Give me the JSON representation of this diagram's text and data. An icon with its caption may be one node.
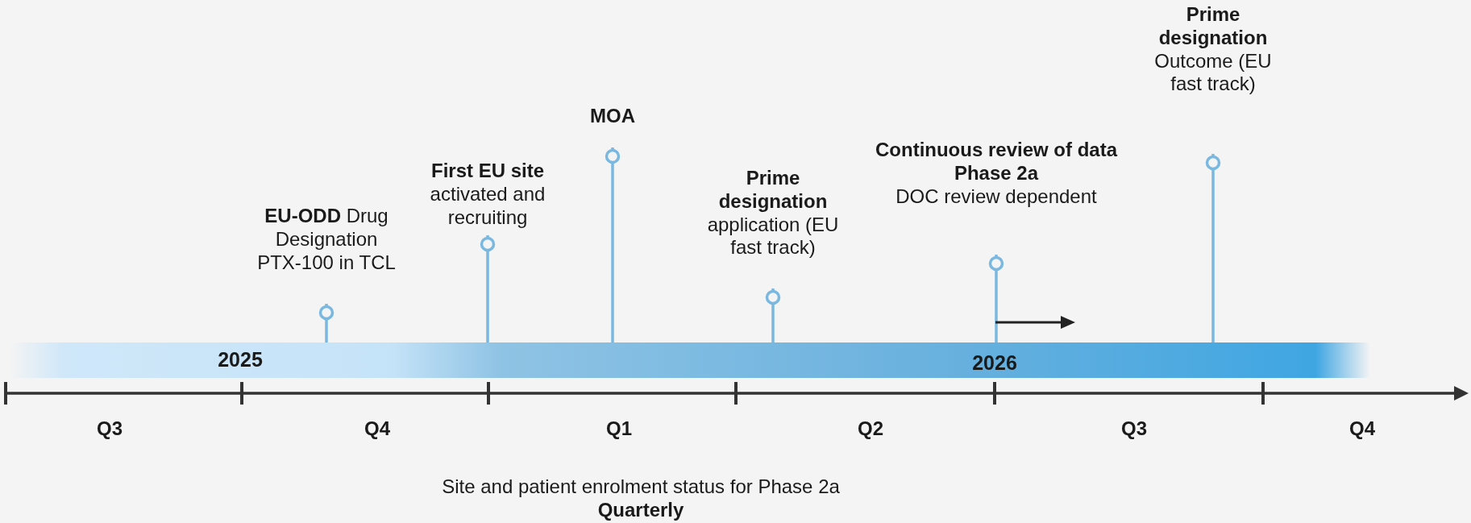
{
  "diagram": {
    "nodes": [
      {
        "text": [
          "**EU-ODD** Drug Designation PTX-100 in TCL"
        ]
      },
      {
        "text": [
          "First EU site",
          "activated and recruiting"
        ]
      },
      {
        "text": [
          "MOA"
        ]
      },
      {
        "text": [
          "Prime designation",
          "application (EU fast track)"
        ]
      },
      {
        "text": [
          "Continuous review of data Phase 2a",
          "DOC review dependent"
        ]
      },
      {
        "text": [
          "Prime designation",
          "Outcome (EU fast track)"
        ]
      },
      {
        "text": [],
        "shape": "bar"
      }
    ],
    "edges": [
      {
        "from": 0,
        "to": 6,
        "arrow": "other"
      },
      {
        "from": 1,
        "to": 6,
        "arrow": "other"
      },
      {
        "from": 2,
        "to": 6,
        "arrow": "other"
      },
      {
        "from": 3,
        "to": 6,
        "arrow": "other"
      },
      {
        "from": 4,
        "to": 6,
        "arrow": "other"
      },
      {
        "from": 5,
        "to": 6,
        "arrow": "other"
      }
    ],
    "labels": [
      "2025",
      "2026",
      "Q3",
      "Q4",
      "Q1",
      "Q2",
      "Q3",
      "Q4",
      "Site and patient enrolment status for Phase 2a",
      "Quarterly"
    ]
  }
}
